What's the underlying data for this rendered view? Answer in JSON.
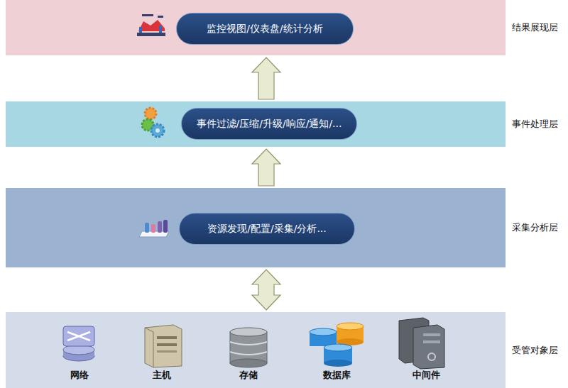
{
  "diagram": {
    "nodes": [
      {
        "text": [
          "结果展现层"
        ]
      },
      {
        "text": [
          "监控视图/仪表盘/统计分析"
        ],
        "in": 0
      },
      {
        "text": [
          "事件处理层"
        ]
      },
      {
        "text": [
          "事件过滤/压缩/升级/响应/通知/..."
        ],
        "in": 2
      },
      {
        "text": [
          "采集分析层"
        ]
      },
      {
        "text": [
          "资源发现/配置/采集/分析..."
        ],
        "in": 4
      },
      {
        "text": [
          "受管对象层"
        ]
      }
    ],
    "edges": [
      {
        "from": 4,
        "to": 2,
        "arrow": "to"
      },
      {
        "from": 2,
        "to": 0,
        "arrow": "to"
      },
      {
        "from": 6,
        "to": 4,
        "arrow": "both"
      }
    ],
    "labels": [
      "网络",
      "主机",
      "存储",
      "数据库",
      "中间件"
    ]
  }
}
